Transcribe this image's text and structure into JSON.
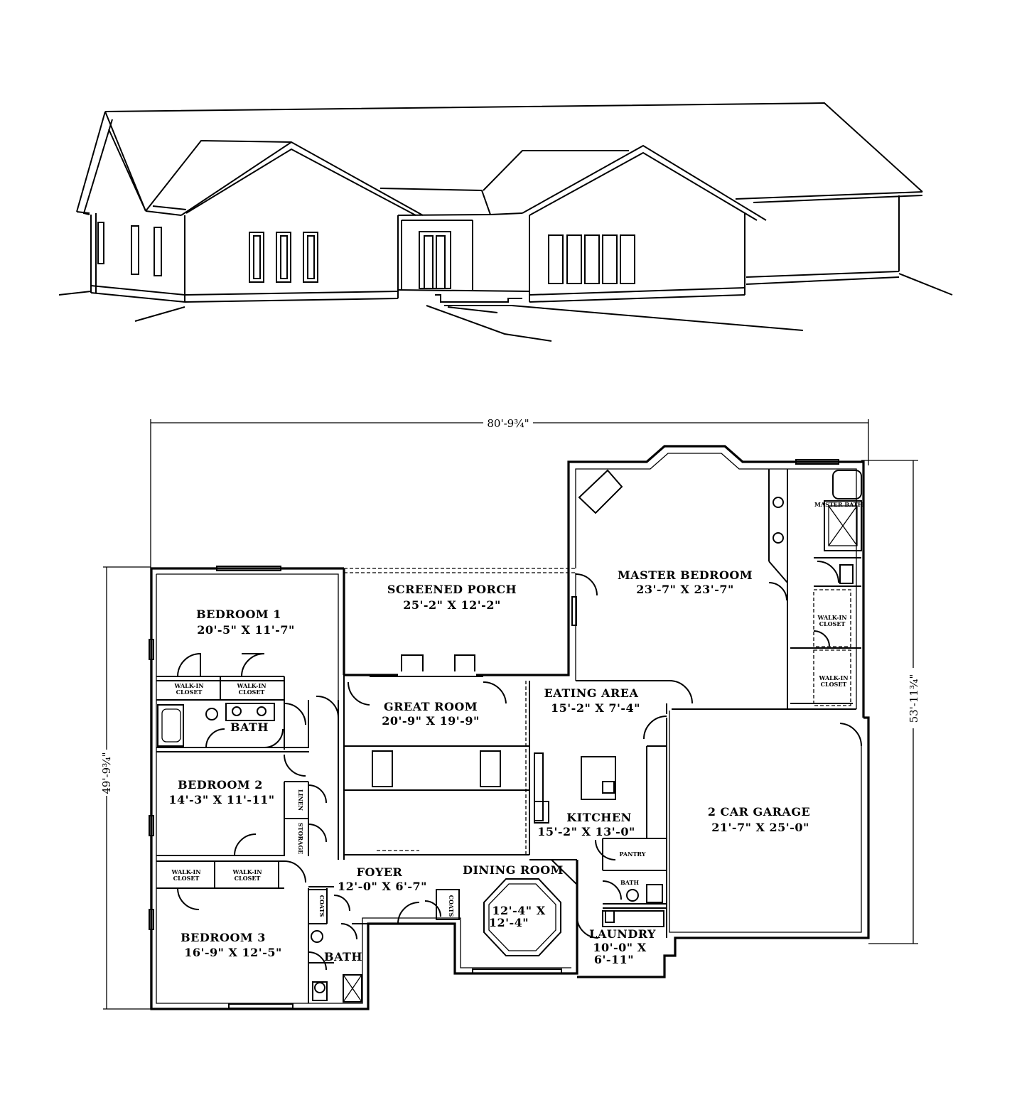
{
  "elevation": {
    "kind": "front elevation sketch"
  },
  "plan": {
    "overall_width": "80'-9¾\"",
    "overall_depth_left": "49'-9¾\"",
    "overall_depth_right": "53'-11¾\"",
    "rooms": {
      "master_bedroom": {
        "name": "MASTER BEDROOM",
        "size": "23'-7\" X 23'-7\""
      },
      "screened_porch": {
        "name": "SCREENED PORCH",
        "size": "25'-2\" X 12'-2\""
      },
      "bedroom1": {
        "name": "BEDROOM 1",
        "size": "20'-5\" X 11'-7\""
      },
      "great_room": {
        "name": "GREAT ROOM",
        "size": "20'-9\" X 19'-9\""
      },
      "eating_area": {
        "name": "EATING AREA",
        "size": "15'-2\" X 7'-4\""
      },
      "bedroom2": {
        "name": "BEDROOM 2",
        "size": "14'-3\" X 11'-11\""
      },
      "kitchen": {
        "name": "KITCHEN",
        "size": "15'-2\" X 13'-0\""
      },
      "garage": {
        "name": "2 CAR GARAGE",
        "size": "21'-7\" X 25'-0\""
      },
      "foyer": {
        "name": "FOYER",
        "size": "12'-0\" X 6'-7\""
      },
      "dining_room": {
        "name": "DINING ROOM",
        "size_a": "12'-4\" X",
        "size_b": "12'-4\""
      },
      "bedroom3": {
        "name": "BEDROOM 3",
        "size": "16'-9\" X 12'-5\""
      },
      "laundry": {
        "name": "LAUNDRY",
        "size_a": "10'-0\" X",
        "size_b": "6'-11\""
      },
      "bath_upper": {
        "name": "BATH"
      },
      "bath_lower": {
        "name": "BATH"
      }
    },
    "small_labels": {
      "master_bath": "MASTER BATH",
      "walk_in": "WALK-IN",
      "closet": "CLOSET",
      "linen": "LINEN",
      "storage": "STORAGE",
      "coats": "COATS",
      "pantry": "PANTRY",
      "bath": "BATH"
    }
  }
}
